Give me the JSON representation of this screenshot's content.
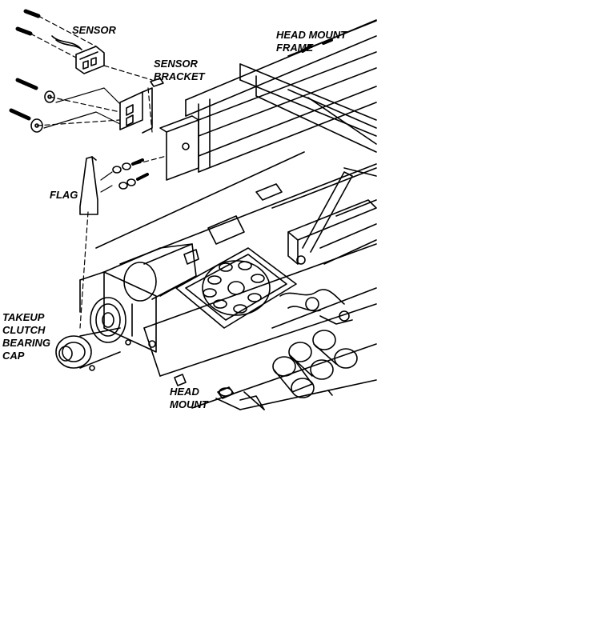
{
  "labels": {
    "sensor": "SENSOR",
    "head_mount_frame": "HEAD MOUNT\nFRAME",
    "sensor_bracket": "SENSOR\nBRACKET",
    "flag": "FLAG",
    "takeup_clutch": "TAKEUP\nCLUTCH\nBEARING\nCAP",
    "head_mount": "HEAD\nMOUNT"
  }
}
